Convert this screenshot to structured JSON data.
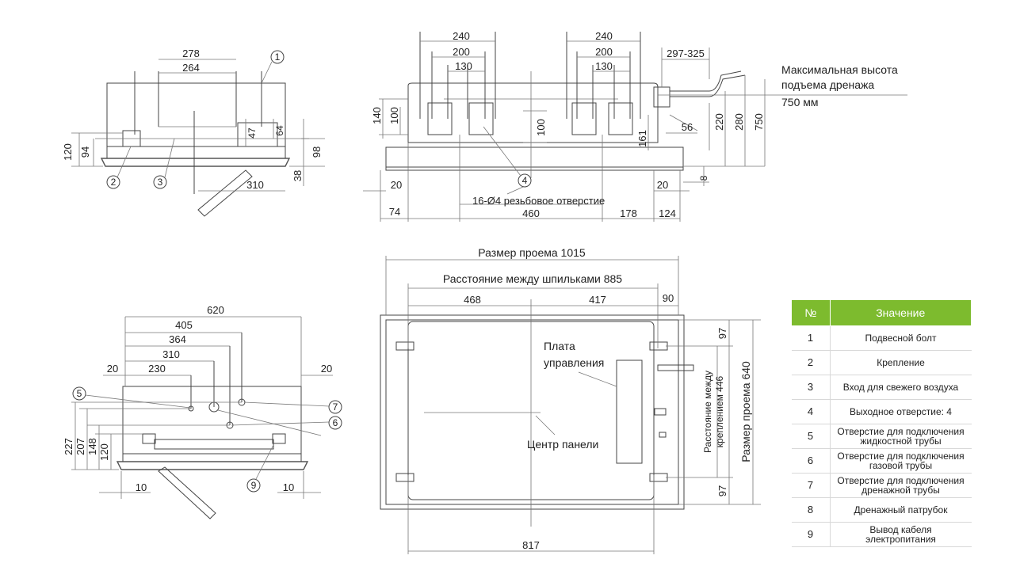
{
  "top_left_view": {
    "dims": [
      "278",
      "264",
      "47",
      "64",
      "120",
      "94",
      "98",
      "38",
      "310"
    ],
    "callouts": [
      "1",
      "2",
      "3"
    ]
  },
  "top_right_view": {
    "dims": [
      "240",
      "200",
      "130",
      "240",
      "200",
      "130",
      "297-325",
      "140",
      "100",
      "100",
      "161",
      "56",
      "220",
      "280",
      "750",
      "20",
      "74",
      "460",
      "178",
      "20",
      "124",
      "8"
    ],
    "hole_note": "16-Ø4 резьбовое отверстие",
    "callout": "4",
    "drain_note_line1": "Максимальная высота",
    "drain_note_line2": "подъема дренажа",
    "drain_note_line3": "750 мм"
  },
  "bottom_left_view": {
    "dims": [
      "620",
      "405",
      "364",
      "310",
      "230",
      "20",
      "20",
      "227",
      "207",
      "148",
      "120",
      "10",
      "10"
    ],
    "callouts": [
      "5",
      "6",
      "7",
      "9"
    ]
  },
  "bottom_right_view": {
    "opening_size": "Размер проема 1015",
    "stud_distance": "Расстояние между шпильками 885",
    "dims": [
      "468",
      "417",
      "90",
      "97",
      "97",
      "817"
    ],
    "control_board_line1": "Плата",
    "control_board_line2": "управления",
    "panel_center": "Центр панели",
    "mount_distance_line1": "Расстояние между",
    "mount_distance_line2": "креплением 446",
    "opening_size_vertical": "Размер проема 640"
  },
  "legend": {
    "header_num": "№",
    "header_value": "Значение",
    "rows": [
      {
        "num": "1",
        "value_lines": [
          "Подвесной болт"
        ]
      },
      {
        "num": "2",
        "value_lines": [
          "Крепление"
        ]
      },
      {
        "num": "3",
        "value_lines": [
          "Вход для свежего воздуха"
        ]
      },
      {
        "num": "4",
        "value_lines": [
          "Выходное отверстие: 4"
        ]
      },
      {
        "num": "5",
        "value_lines": [
          "Отверстие для подключения",
          "жидкостной трубы"
        ]
      },
      {
        "num": "6",
        "value_lines": [
          "Отверстие для подключения",
          "газовой трубы"
        ]
      },
      {
        "num": "7",
        "value_lines": [
          "Отверстие для подключения",
          "дренажной трубы"
        ]
      },
      {
        "num": "8",
        "value_lines": [
          "Дренажный патрубок"
        ]
      },
      {
        "num": "9",
        "value_lines": [
          "Вывод кабеля",
          "электропитания"
        ]
      }
    ]
  }
}
